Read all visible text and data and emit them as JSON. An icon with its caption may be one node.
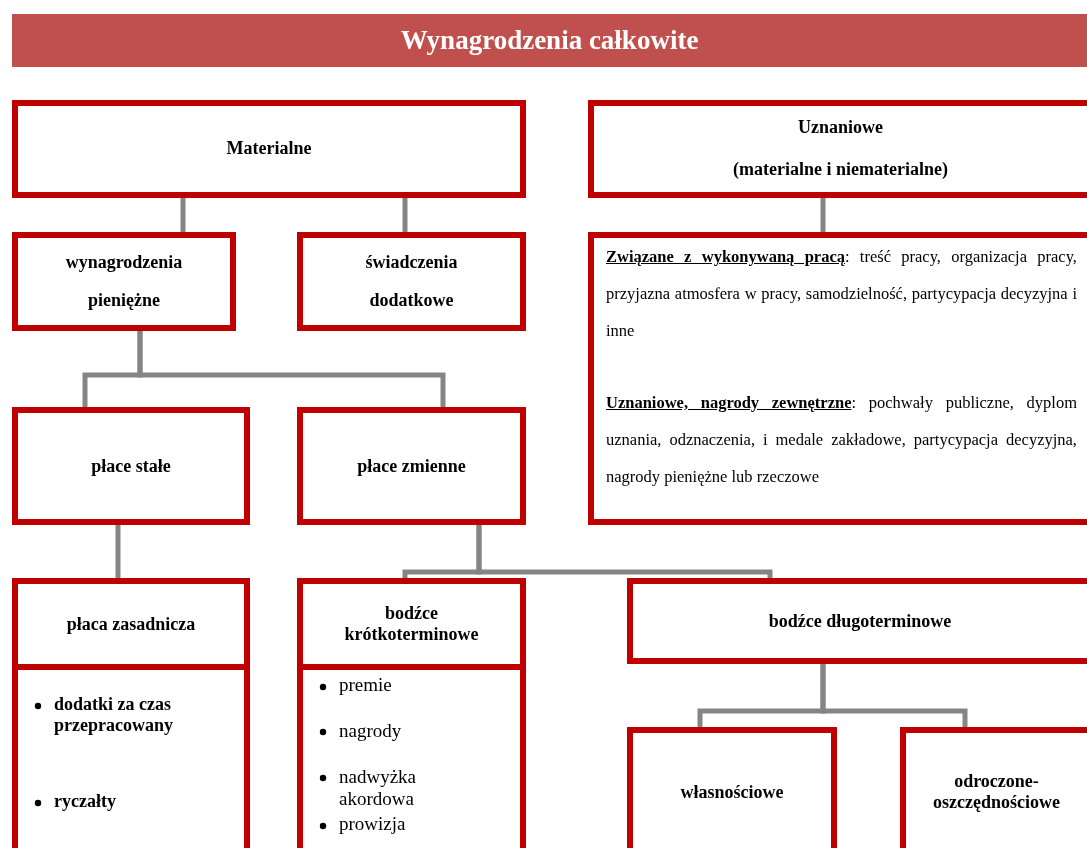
{
  "diagram": {
    "title": "Wynagrodzenia całkowite",
    "nodes": [
      {
        "text": [
          "Materialne"
        ]
      },
      {
        "text": [
          "Uznaniowe",
          "(materialne i niematerialne)"
        ]
      },
      {
        "text": [
          "wynagrodzenia pieniężne"
        ]
      },
      {
        "text": [
          "świadczenia dodatkowe"
        ]
      },
      {
        "text": [
          "**Związane z wykonywaną pracą**: treść pracy, organizacja pracy, przyjazna atmosfera w pracy, samodzielność, partycypacja decyzyjna i inne",
          "**Uznaniowe, nagrody zewnętrzne**: pochwały publiczne, dyplom uznania, odznaczenia, i medale zakładowe, partycypacja decyzyjna, nagrody pieniężne lub rzeczowe"
        ]
      },
      {
        "text": [
          "płace stałe"
        ]
      },
      {
        "text": [
          "płace zmienne"
        ]
      },
      {
        "text": [
          "płaca zasadnicza",
          "dodatki za czas przepracowany",
          "ryczałty"
        ]
      },
      {
        "text": [
          "bodźce krótkoterminowe",
          "premie",
          "nagrody",
          "nadwyżka akordowa",
          "prowizja"
        ]
      },
      {
        "text": [
          "bodźce długoterminowe"
        ]
      },
      {
        "text": [
          "własnościowe"
        ]
      },
      {
        "text": [
          "odroczone-oszczędnościowe"
        ]
      }
    ],
    "edges": [
      {
        "from": 0,
        "to": 2,
        "arrow": "none"
      },
      {
        "from": 0,
        "to": 3,
        "arrow": "none"
      },
      {
        "from": 1,
        "to": 4,
        "arrow": "none"
      },
      {
        "from": 2,
        "to": 5,
        "arrow": "none"
      },
      {
        "from": 2,
        "to": 6,
        "arrow": "none"
      },
      {
        "from": 5,
        "to": 7,
        "arrow": "none"
      },
      {
        "from": 6,
        "to": 8,
        "arrow": "none"
      },
      {
        "from": 6,
        "to": 9,
        "arrow": "none"
      },
      {
        "from": 9,
        "to": 10,
        "arrow": "none"
      },
      {
        "from": 9,
        "to": 11,
        "arrow": "none"
      }
    ]
  }
}
